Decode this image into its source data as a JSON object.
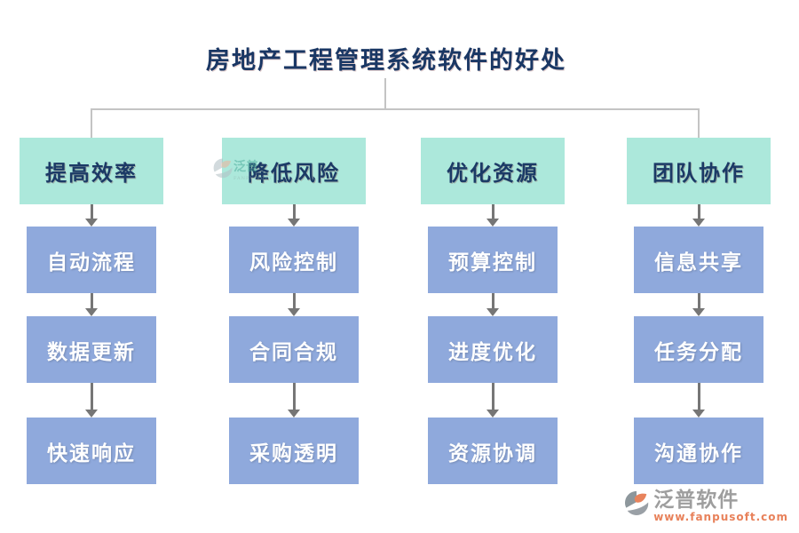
{
  "title": "房地产工程管理系统软件的好处",
  "columns": [
    {
      "header": "提高效率",
      "items": [
        "自动流程",
        "数据更新",
        "快速响应"
      ]
    },
    {
      "header": "降低风险",
      "items": [
        "风险控制",
        "合同合规",
        "采购透明"
      ]
    },
    {
      "header": "优化资源",
      "items": [
        "预算控制",
        "进度优化",
        "资源协调"
      ]
    },
    {
      "header": "团队协作",
      "items": [
        "信息共享",
        "任务分配",
        "沟通协作"
      ]
    }
  ],
  "watermark": {
    "text": "泛普",
    "subtext": "FANPU SOFT"
  },
  "footer_brand": {
    "name": "泛普软件",
    "url": "www.fanpusoft.com"
  },
  "colors": {
    "header_bg": "#ace8db",
    "item_bg": "#8fa9dc",
    "header_text": "#1b3a66",
    "item_text": "#ffffff",
    "line": "#c4c4c4",
    "arrow": "#767676",
    "title": "#1a3764",
    "logo_text": "#9e9e9e",
    "logo_url": "#e8815a"
  }
}
